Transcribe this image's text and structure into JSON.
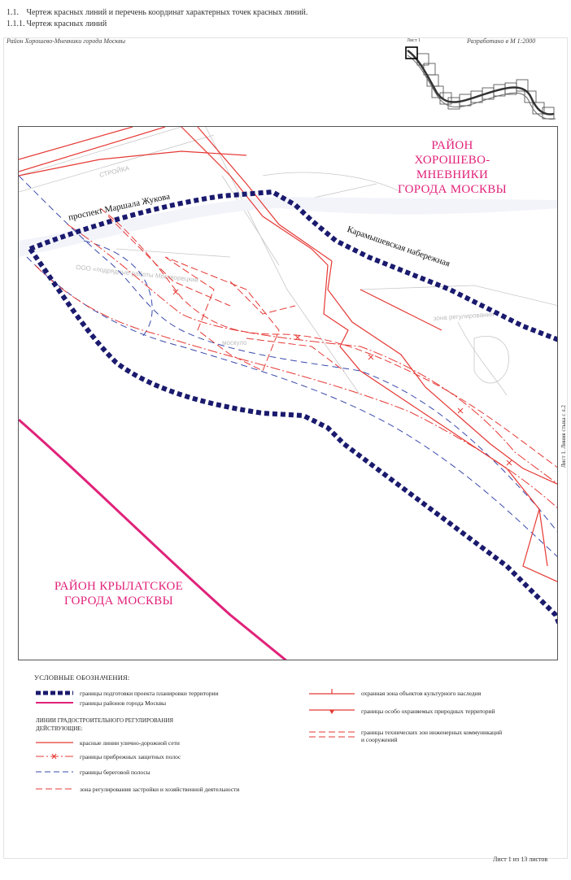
{
  "header": {
    "line1_num": "1.1.",
    "line1_text": "Чертеж красных линий и перечень координат характерных точек красных линий.",
    "line2_num": "1.1.1.",
    "line2_text": "Чертеж красных линий"
  },
  "subheader": {
    "district": "Район Хорошево-Мневники города Москвы",
    "sheet": "Лист 1",
    "scale": "Разработано в М 1:2000"
  },
  "map": {
    "district_north": [
      "РАЙОН",
      "ХОРОШЕВО-МНЕВНИКИ",
      "ГОРОДА МОСКВЫ"
    ],
    "district_south": [
      "РАЙОН КРЫЛАТСКОЕ",
      "ГОРОДА МОСКВЫ"
    ],
    "street_1": "проспект Маршала Жукова",
    "street_2": "Карамышевская набережная",
    "junction_label": "Лист 1. Линия стыка с л.2",
    "colors": {
      "boundary": "#1a1a6e",
      "district_line": "#e0227a",
      "red_line": "#e53935",
      "blue_dash": "#3949ab",
      "district_text": "#e0227a"
    }
  },
  "legend": {
    "title": "УСЛОВНЫЕ ОБОЗНАЧЕНИЯ:",
    "items_left_top": [
      {
        "icon": "project-boundary-line",
        "label": "границы подготовки проекта планировки территории"
      },
      {
        "icon": "district-boundary-line",
        "label": "границы районов города Москвы"
      }
    ],
    "section_caption_1": "ЛИНИИ ГРАДОСТРОИТЕЛЬНОГО РЕГУЛИРОВАНИЯ",
    "section_caption_2": "ДЕЙСТВУЮЩИЕ:",
    "items_left_bottom": [
      {
        "icon": "red-line",
        "label": "красные линии улично-дорожной сети"
      },
      {
        "icon": "water-protection-line",
        "label": "границы прибрежных защитных полос"
      },
      {
        "icon": "shore-strip-line",
        "label": "границы береговой полосы"
      },
      {
        "icon": "regulation-zone-line",
        "label": "зона регулирования застройки и хозяйственной деятельности"
      }
    ],
    "items_right": [
      {
        "icon": "heritage-zone-line",
        "label": "охранная зона объектов культурного наследия"
      },
      {
        "icon": "natural-area-line",
        "label": "границы особо охраняемых природных территорий"
      },
      {
        "icon": "technical-zone-line",
        "label": "границы технических зон инженерных коммуникаций",
        "label2": "и сооружений"
      }
    ]
  },
  "footer": {
    "sheet_count": "Лист 1 из 13 листов"
  }
}
